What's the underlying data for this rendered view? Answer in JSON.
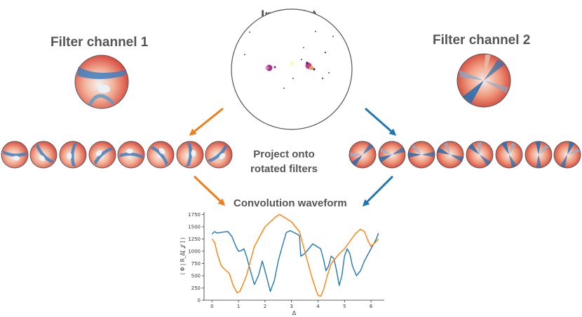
{
  "diagram": {
    "input_title": "Input Jet",
    "filter1_title": "Filter channel 1",
    "filter2_title": "Filter channel 2",
    "project_label": "Project onto rotated filters",
    "conv_title": "Convolution waveform"
  },
  "chart_data": {
    "type": "line",
    "title": "Convolution waveform",
    "xlabel": "Δ",
    "ylabel": "⟨ Φ | R_Δ[ 𝒥 ] ⟩",
    "xlim": [
      -0.3,
      6.5
    ],
    "ylim": [
      0,
      1800
    ],
    "xticks": [
      "0",
      "1",
      "2",
      "3",
      "4",
      "5",
      "6"
    ],
    "yticks": [
      "0",
      "250",
      "500",
      "750",
      "1000",
      "1250",
      "1500",
      "1750"
    ],
    "series": [
      {
        "color": "#1f77b4",
        "x": [
          0,
          0.1,
          0.2,
          0.4,
          0.6,
          0.75,
          0.9,
          1.0,
          1.1,
          1.2,
          1.3,
          1.45,
          1.6,
          1.75,
          1.9,
          2.05,
          2.2,
          2.35,
          2.5,
          2.65,
          2.8,
          2.95,
          3.1,
          3.3,
          3.35,
          3.5,
          3.65,
          3.8,
          3.95,
          4.1,
          4.2,
          4.3,
          4.4,
          4.5,
          4.6,
          4.7,
          4.8,
          4.9,
          5.0,
          5.1,
          5.2,
          5.3,
          5.45,
          5.6,
          5.75,
          5.9,
          6.05,
          6.2,
          6.28
        ],
        "y": [
          1350,
          1400,
          1370,
          1390,
          1400,
          1300,
          1100,
          1000,
          1010,
          1050,
          900,
          600,
          320,
          500,
          800,
          500,
          180,
          400,
          800,
          1100,
          1380,
          1420,
          1380,
          1320,
          900,
          950,
          1050,
          1150,
          1100,
          1050,
          850,
          600,
          700,
          900,
          850,
          600,
          300,
          500,
          900,
          1050,
          950,
          700,
          500,
          600,
          800,
          950,
          1100,
          1250,
          1370
        ]
      },
      {
        "color": "#ff7f0e",
        "x": [
          0,
          0.1,
          0.2,
          0.35,
          0.5,
          0.65,
          0.8,
          0.95,
          1.05,
          1.15,
          1.3,
          1.45,
          1.6,
          1.8,
          2.0,
          2.2,
          2.4,
          2.55,
          2.7,
          2.85,
          3.0,
          3.15,
          3.3,
          3.45,
          3.6,
          3.75,
          3.9,
          4.0,
          4.1,
          4.2,
          4.35,
          4.5,
          4.65,
          4.8,
          5.0,
          5.2,
          5.4,
          5.6,
          5.75,
          5.9,
          6.0,
          6.1,
          6.2,
          6.28
        ],
        "y": [
          1250,
          1180,
          950,
          700,
          620,
          550,
          300,
          150,
          180,
          300,
          500,
          800,
          1100,
          1300,
          1500,
          1600,
          1700,
          1750,
          1700,
          1650,
          1600,
          1500,
          1400,
          1100,
          800,
          500,
          250,
          100,
          80,
          200,
          500,
          750,
          850,
          950,
          1050,
          1200,
          1350,
          1450,
          1400,
          1200,
          1100,
          1150,
          1200,
          1250
        ]
      }
    ]
  }
}
